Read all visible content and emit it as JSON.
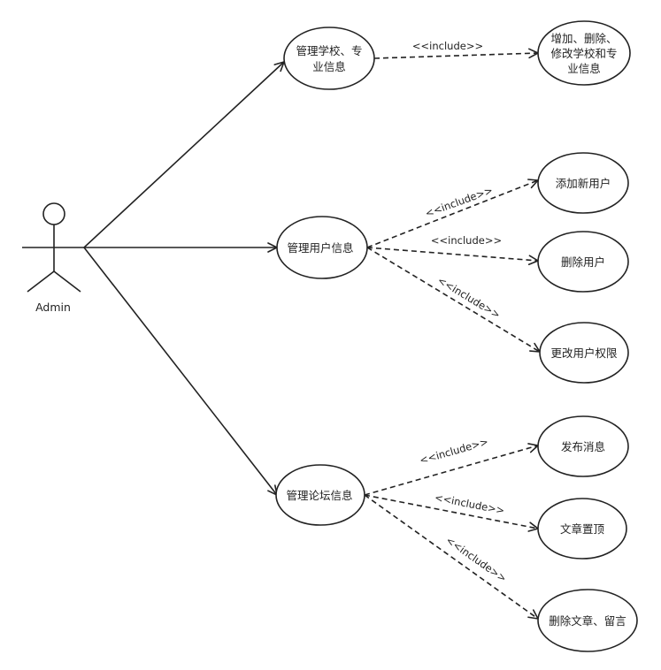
{
  "actor": {
    "name": "Admin"
  },
  "use_cases": {
    "manage_school": [
      "管理学校、专",
      "业信息"
    ],
    "manage_user": [
      "管理用户信息"
    ],
    "manage_forum": [
      "管理论坛信息"
    ],
    "edit_school": [
      "增加、删除、",
      "修改学校和专",
      "业信息"
    ],
    "add_user": [
      "添加新用户"
    ],
    "delete_user": [
      "删除用户"
    ],
    "change_permission": [
      "更改用户权限"
    ],
    "post_message": [
      "发布消息"
    ],
    "pin_article": [
      "文章置顶"
    ],
    "delete_article": [
      "删除文章、留言"
    ]
  },
  "relations": {
    "include_label": "<<include>>"
  }
}
